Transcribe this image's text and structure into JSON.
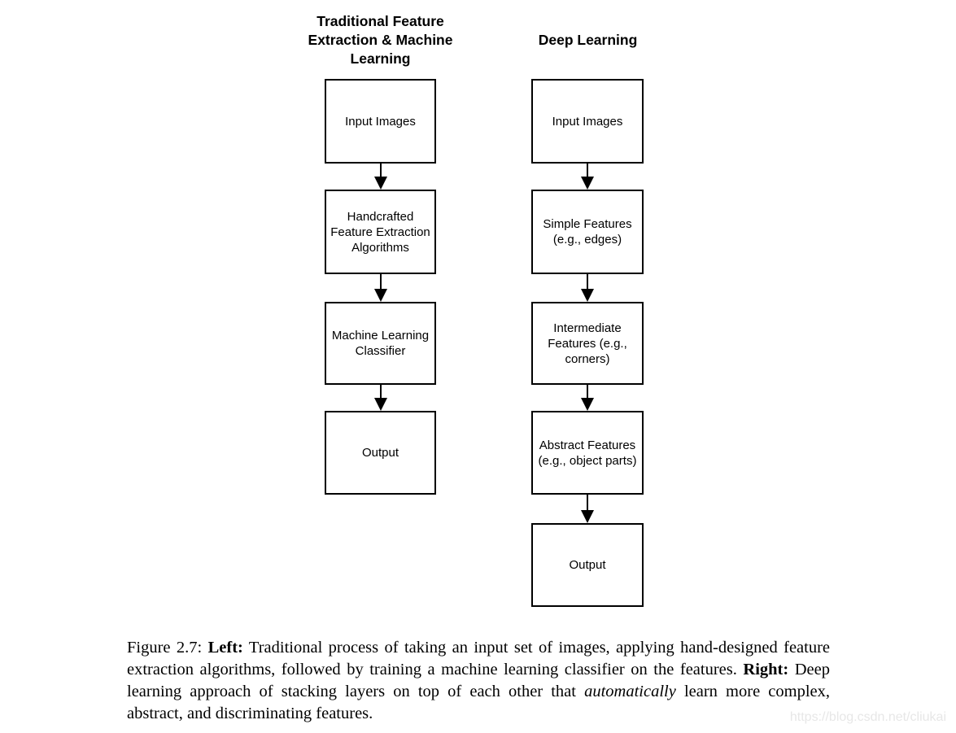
{
  "page": {
    "background": "#ffffff"
  },
  "diagram": {
    "colors": {
      "box_border": "#000000",
      "text": "#000000",
      "arrow": "#000000"
    },
    "left_column": {
      "title": "Traditional Feature\nExtraction & Machine\nLearning",
      "boxes": [
        "Input Images",
        "Handcrafted\nFeature Extraction\nAlgorithms",
        "Machine Learning\nClassifier",
        "Output"
      ]
    },
    "right_column": {
      "title": "Deep Learning",
      "boxes": [
        "Input Images",
        "Simple Features\n(e.g., edges)",
        "Intermediate\nFeatures (e.g.,\ncorners)",
        "Abstract Features\n(e.g., object parts)",
        "Output"
      ]
    }
  },
  "caption": {
    "figure_label": "Figure 2.7: ",
    "left_label": "Left:",
    "left_text": " Traditional process of taking an input set of images, applying hand-designed feature extraction algorithms, followed by training a machine learning classifier on the features. ",
    "right_label": "Right:",
    "right_text_pre": " Deep learning approach of stacking layers on top of each other that ",
    "italic_word": "automatically",
    "right_text_post": " learn more complex, abstract, and discriminating features."
  },
  "watermark": {
    "text": "https://blog.csdn.net/cliukai",
    "color": "#e7e7e7"
  }
}
